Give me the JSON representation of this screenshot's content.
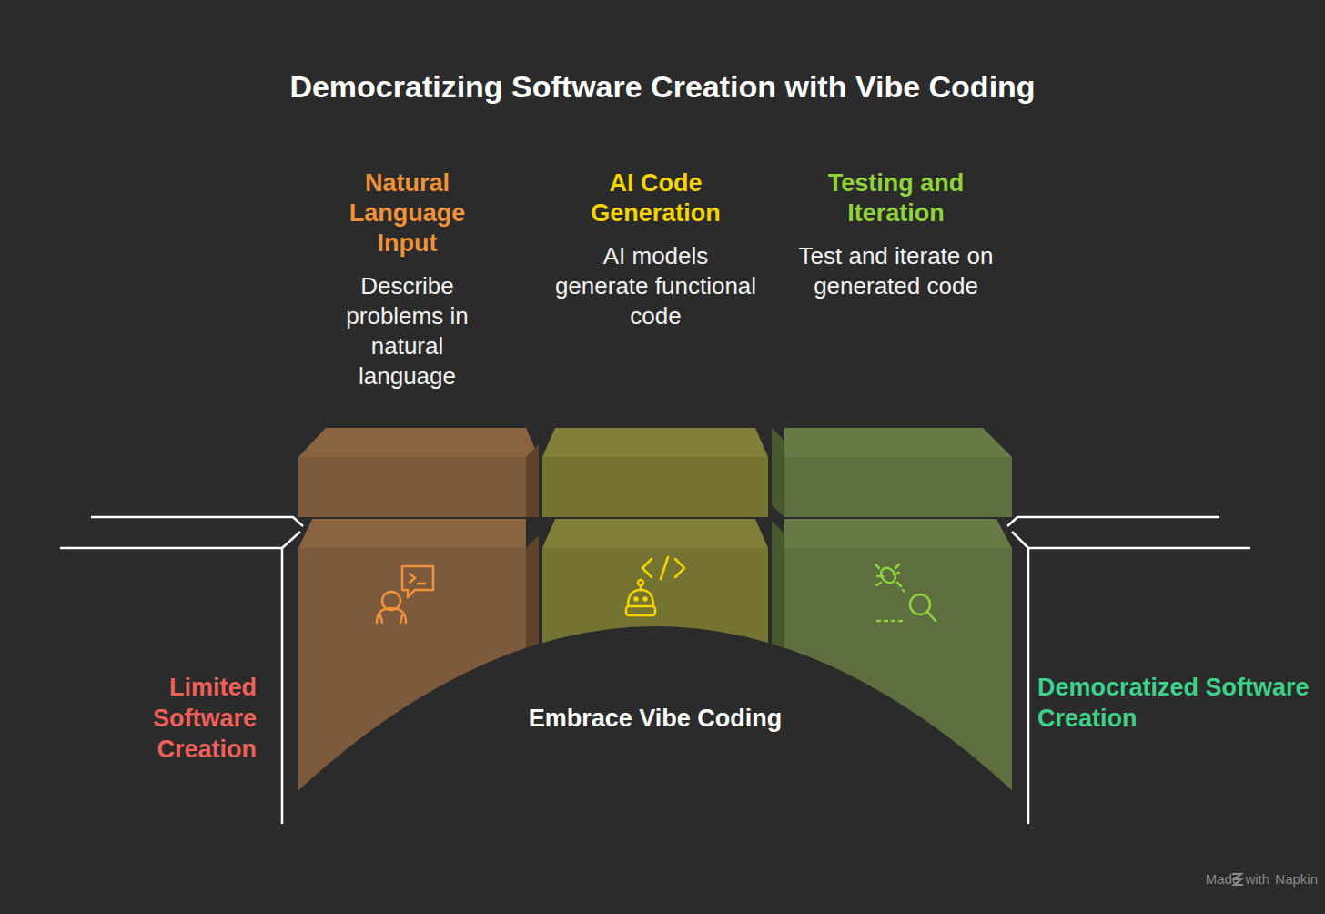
{
  "diagram": {
    "title": "Democratizing Software Creation with Vibe Coding",
    "nodes": [
      {
        "text": [
          "Natural Language Input",
          "Describe problems in natural language"
        ]
      },
      {
        "text": [
          "AI Code Generation",
          "AI models generate functional code"
        ]
      },
      {
        "text": [
          "Testing and Iteration",
          "Test and iterate on generated code"
        ]
      }
    ],
    "labels": [
      "Limited Software Creation",
      "Embrace Vibe Coding",
      "Democratized Software Creation",
      "Made with Napkin"
    ]
  }
}
